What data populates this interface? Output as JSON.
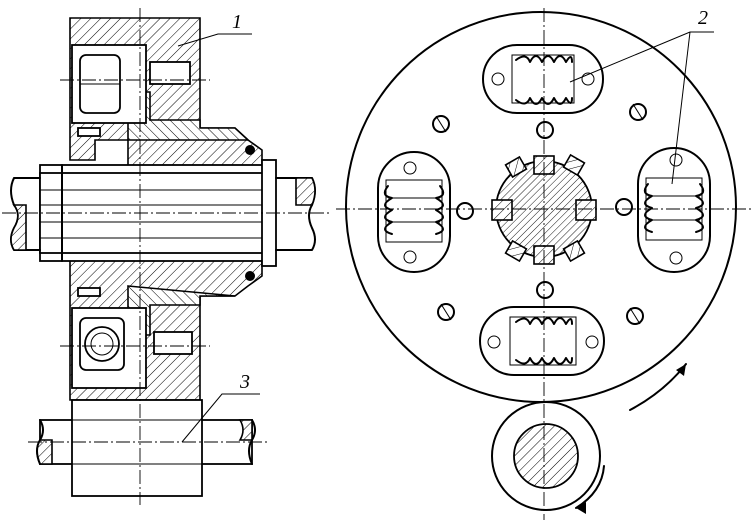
{
  "figure": {
    "callouts": [
      {
        "id": "callout-1",
        "label": "1"
      },
      {
        "id": "callout-2",
        "label": "2"
      },
      {
        "id": "callout-3",
        "label": "3"
      }
    ]
  }
}
